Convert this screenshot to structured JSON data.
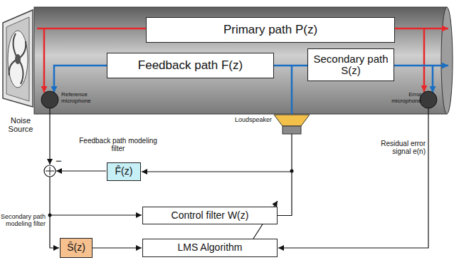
{
  "diagram": {
    "nodes": [
      {
        "text": [
          "Primary path P(z)"
        ]
      },
      {
        "text": [
          "Feedback path F(z)"
        ]
      },
      {
        "text": [
          "Secondary path S(z)"
        ]
      },
      {
        "text": [
          "F̂(z)"
        ]
      },
      {
        "text": [
          "Control filter W(z)"
        ]
      },
      {
        "text": [
          "LMS Algorithm"
        ]
      },
      {
        "text": [
          "Ŝ(z)"
        ]
      }
    ],
    "edges": [
      {
        "from": 4,
        "to": 3,
        "arrow": "to"
      },
      {
        "from": 6,
        "to": 5,
        "arrow": "to"
      },
      {
        "from": 5,
        "to": 4,
        "arrow": "to"
      }
    ],
    "labels": [
      "Noise Source",
      "Reference microphone",
      "Error microphone",
      "Loudspeaker",
      "Feedback path modeling filter",
      "Secondary path modeling filter",
      "Residual error signal e(n)",
      "−"
    ]
  }
}
